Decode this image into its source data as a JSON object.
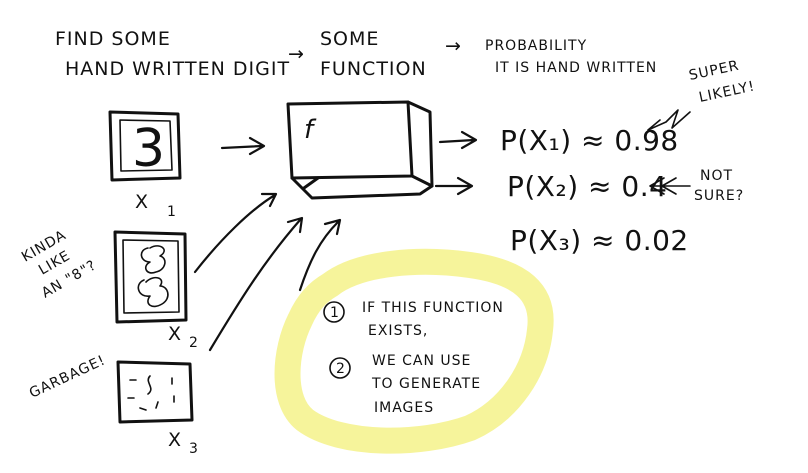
{
  "header": {
    "step1_line1": "FIND SOME",
    "step1_line2": "HAND WRITTEN DIGIT",
    "arrow1": "→",
    "step2_line1": "SOME",
    "step2_line2": "FUNCTION",
    "arrow2": "→",
    "step3_line1": "PROBABILITY",
    "step3_line2": "IT IS HAND WRITTEN"
  },
  "inputs": {
    "x1_digit": "3",
    "x1_label": "X",
    "x1_sub": "1",
    "x2_label": "X",
    "x2_sub": "2",
    "x3_label": "X",
    "x3_sub": "3",
    "kinda_note_line1": "KINDA",
    "kinda_note_line2": "LIKE",
    "kinda_note_line3": "AN \"8\"?",
    "garbage_note": "GARBAGE!"
  },
  "function_box": {
    "label": "f"
  },
  "outputs": {
    "p1": "P(X₁) ≈ 0.98",
    "p2": "P(X₂) ≈ 0.4",
    "p3": "P(X₃) ≈ 0.02",
    "super_note_line1": "SUPER",
    "super_note_line2": "LIKELY!",
    "notsure_line1": "NOT",
    "notsure_line2": "SURE?"
  },
  "callout": {
    "n1": "1",
    "item1_line1": "IF THIS FUNCTION",
    "item1_line2": "EXISTS,",
    "n2": "2",
    "item2_line1": "WE CAN USE",
    "item2_line2": "TO GENERATE",
    "item2_line3": "IMAGES",
    "highlight_color": "#f5f28a"
  },
  "colors": {
    "ink": "#111111",
    "background": "#ffffff"
  }
}
